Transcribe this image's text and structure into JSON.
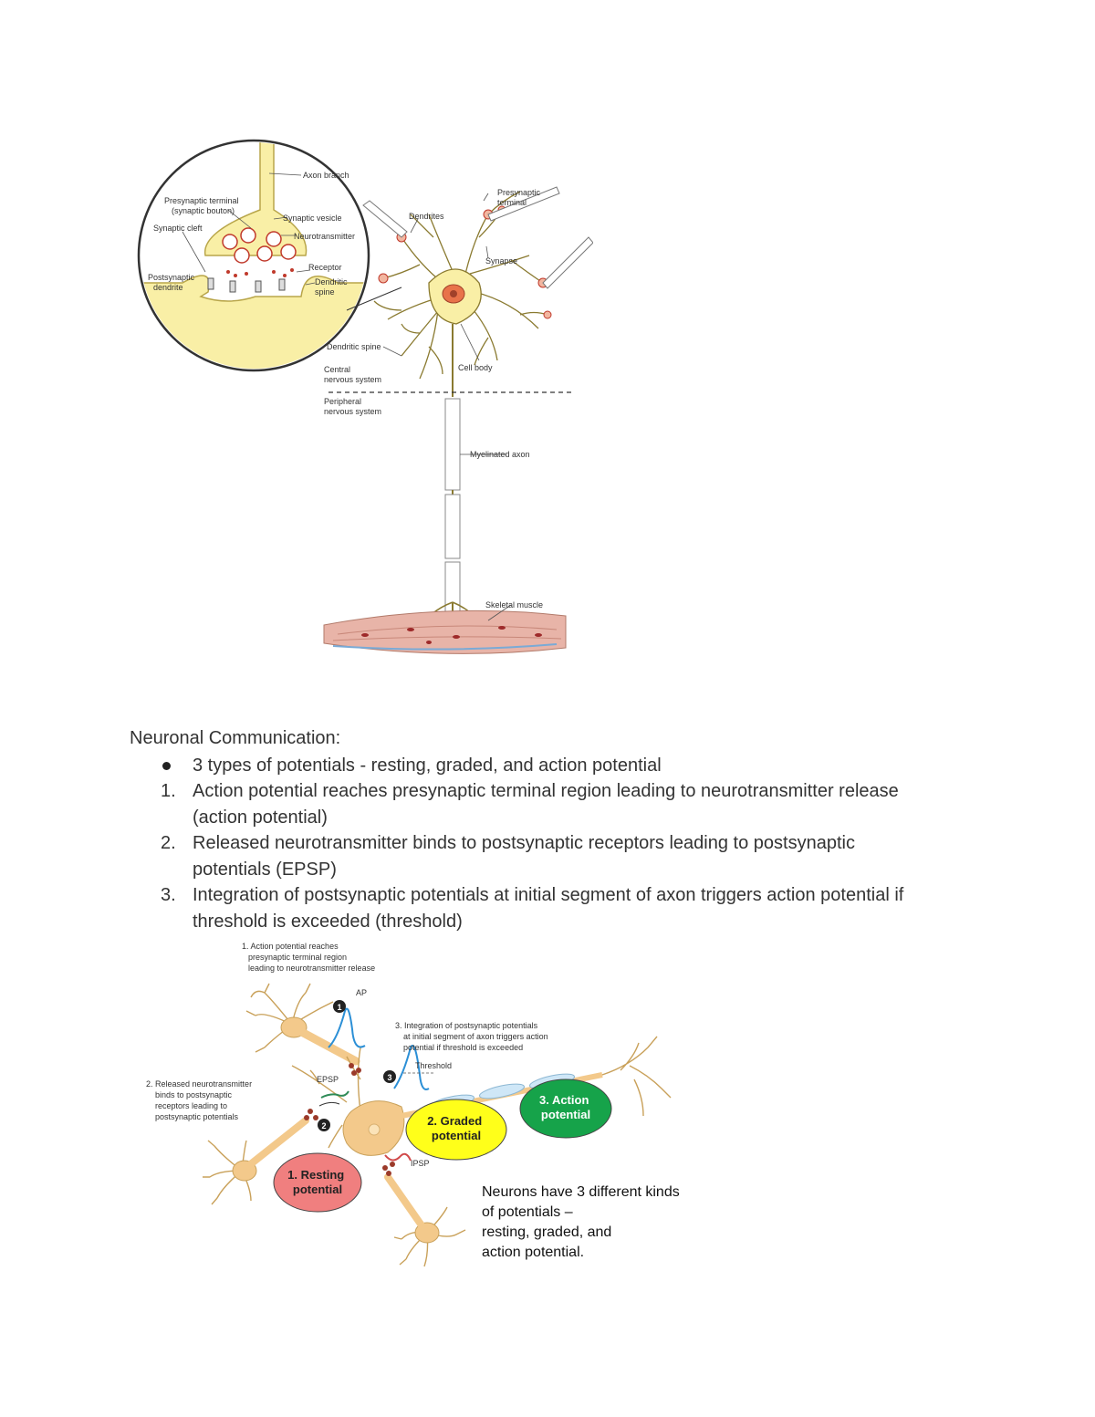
{
  "figure1": {
    "labels": {
      "axon_branch": "Axon branch",
      "presynaptic_terminal_zoom": [
        "Presynaptic terminal",
        "(synaptic bouton)"
      ],
      "synaptic_vesicle": "Synaptic vesicle",
      "neurotransmitter": "Neurotransmitter",
      "synaptic_cleft": "Synaptic cleft",
      "receptor": "Receptor",
      "postsynaptic_dendrite": [
        "Postsynaptic",
        "dendrite"
      ],
      "dendritic_spine_zoom": [
        "Dendritic",
        "spine"
      ],
      "presynaptic_terminal": [
        "Presynaptic",
        "terminal"
      ],
      "dendrites": "Dendrites",
      "synapse": "Synapse",
      "dendritic_spine": "Dendritic spine",
      "cell_body": "Cell body",
      "central_nervous_system": [
        "Central",
        "nervous system"
      ],
      "peripheral_nervous_system": [
        "Peripheral",
        "nervous system"
      ],
      "myelinated_axon": "Myelinated axon",
      "skeletal_muscle": "Skeletal muscle"
    },
    "colors": {
      "neuron": "#f9efa6",
      "outline": "#8a7a30",
      "vesicle": "#c0392b",
      "muscle": "#e8b4a8"
    }
  },
  "notes": {
    "heading": "Neuronal Communication:",
    "bullets": [
      "3 types of potentials - resting, graded, and action potential"
    ],
    "steps": [
      {
        "num": "1.",
        "lines": [
          "Action potential reaches presynaptic terminal region leading to neurotransmitter release",
          "(action potential)"
        ]
      },
      {
        "num": "2.",
        "lines": [
          "Released neurotransmitter binds to postsynaptic receptors leading to postsynaptic",
          "potentials (EPSP)"
        ]
      },
      {
        "num": "3.",
        "lines": [
          "Integration of postsynaptic potentials at initial segment of axon triggers action potential if",
          "threshold is exceeded (threshold)"
        ]
      }
    ]
  },
  "figure2": {
    "caption1": [
      "1. Action potential reaches",
      "presynaptic terminal region",
      "leading to neurotransmitter release"
    ],
    "caption2": [
      "2. Released neurotransmitter",
      "binds to postsynaptic",
      "receptors leading to",
      "postsynaptic potentials"
    ],
    "caption3": [
      "3. Integration of postsynaptic potentials",
      "at initial segment of axon triggers action",
      "potential if threshold is exceeded"
    ],
    "markers": [
      "1",
      "2",
      "3"
    ],
    "ap_label": "AP",
    "threshold_label": "Threshold",
    "epsp_label": "EPSP",
    "ipsp_label": "IPSP",
    "bubble_resting": [
      "1. Resting",
      "potential"
    ],
    "bubble_graded": [
      "2. Graded",
      "potential"
    ],
    "bubble_action": [
      "3. Action",
      "potential"
    ],
    "summary": [
      "Neurons have 3 different kinds",
      "of potentials –",
      "resting, graded, and",
      "action potential."
    ],
    "colors": {
      "resting": "#f07f7f",
      "graded": "#ffff1a",
      "action": "#16a34a",
      "cell": "#f3c98b",
      "ap_trace": "#2b8fd6",
      "epsp": "#2e8b57",
      "ipsp": "#d14a4a"
    }
  }
}
